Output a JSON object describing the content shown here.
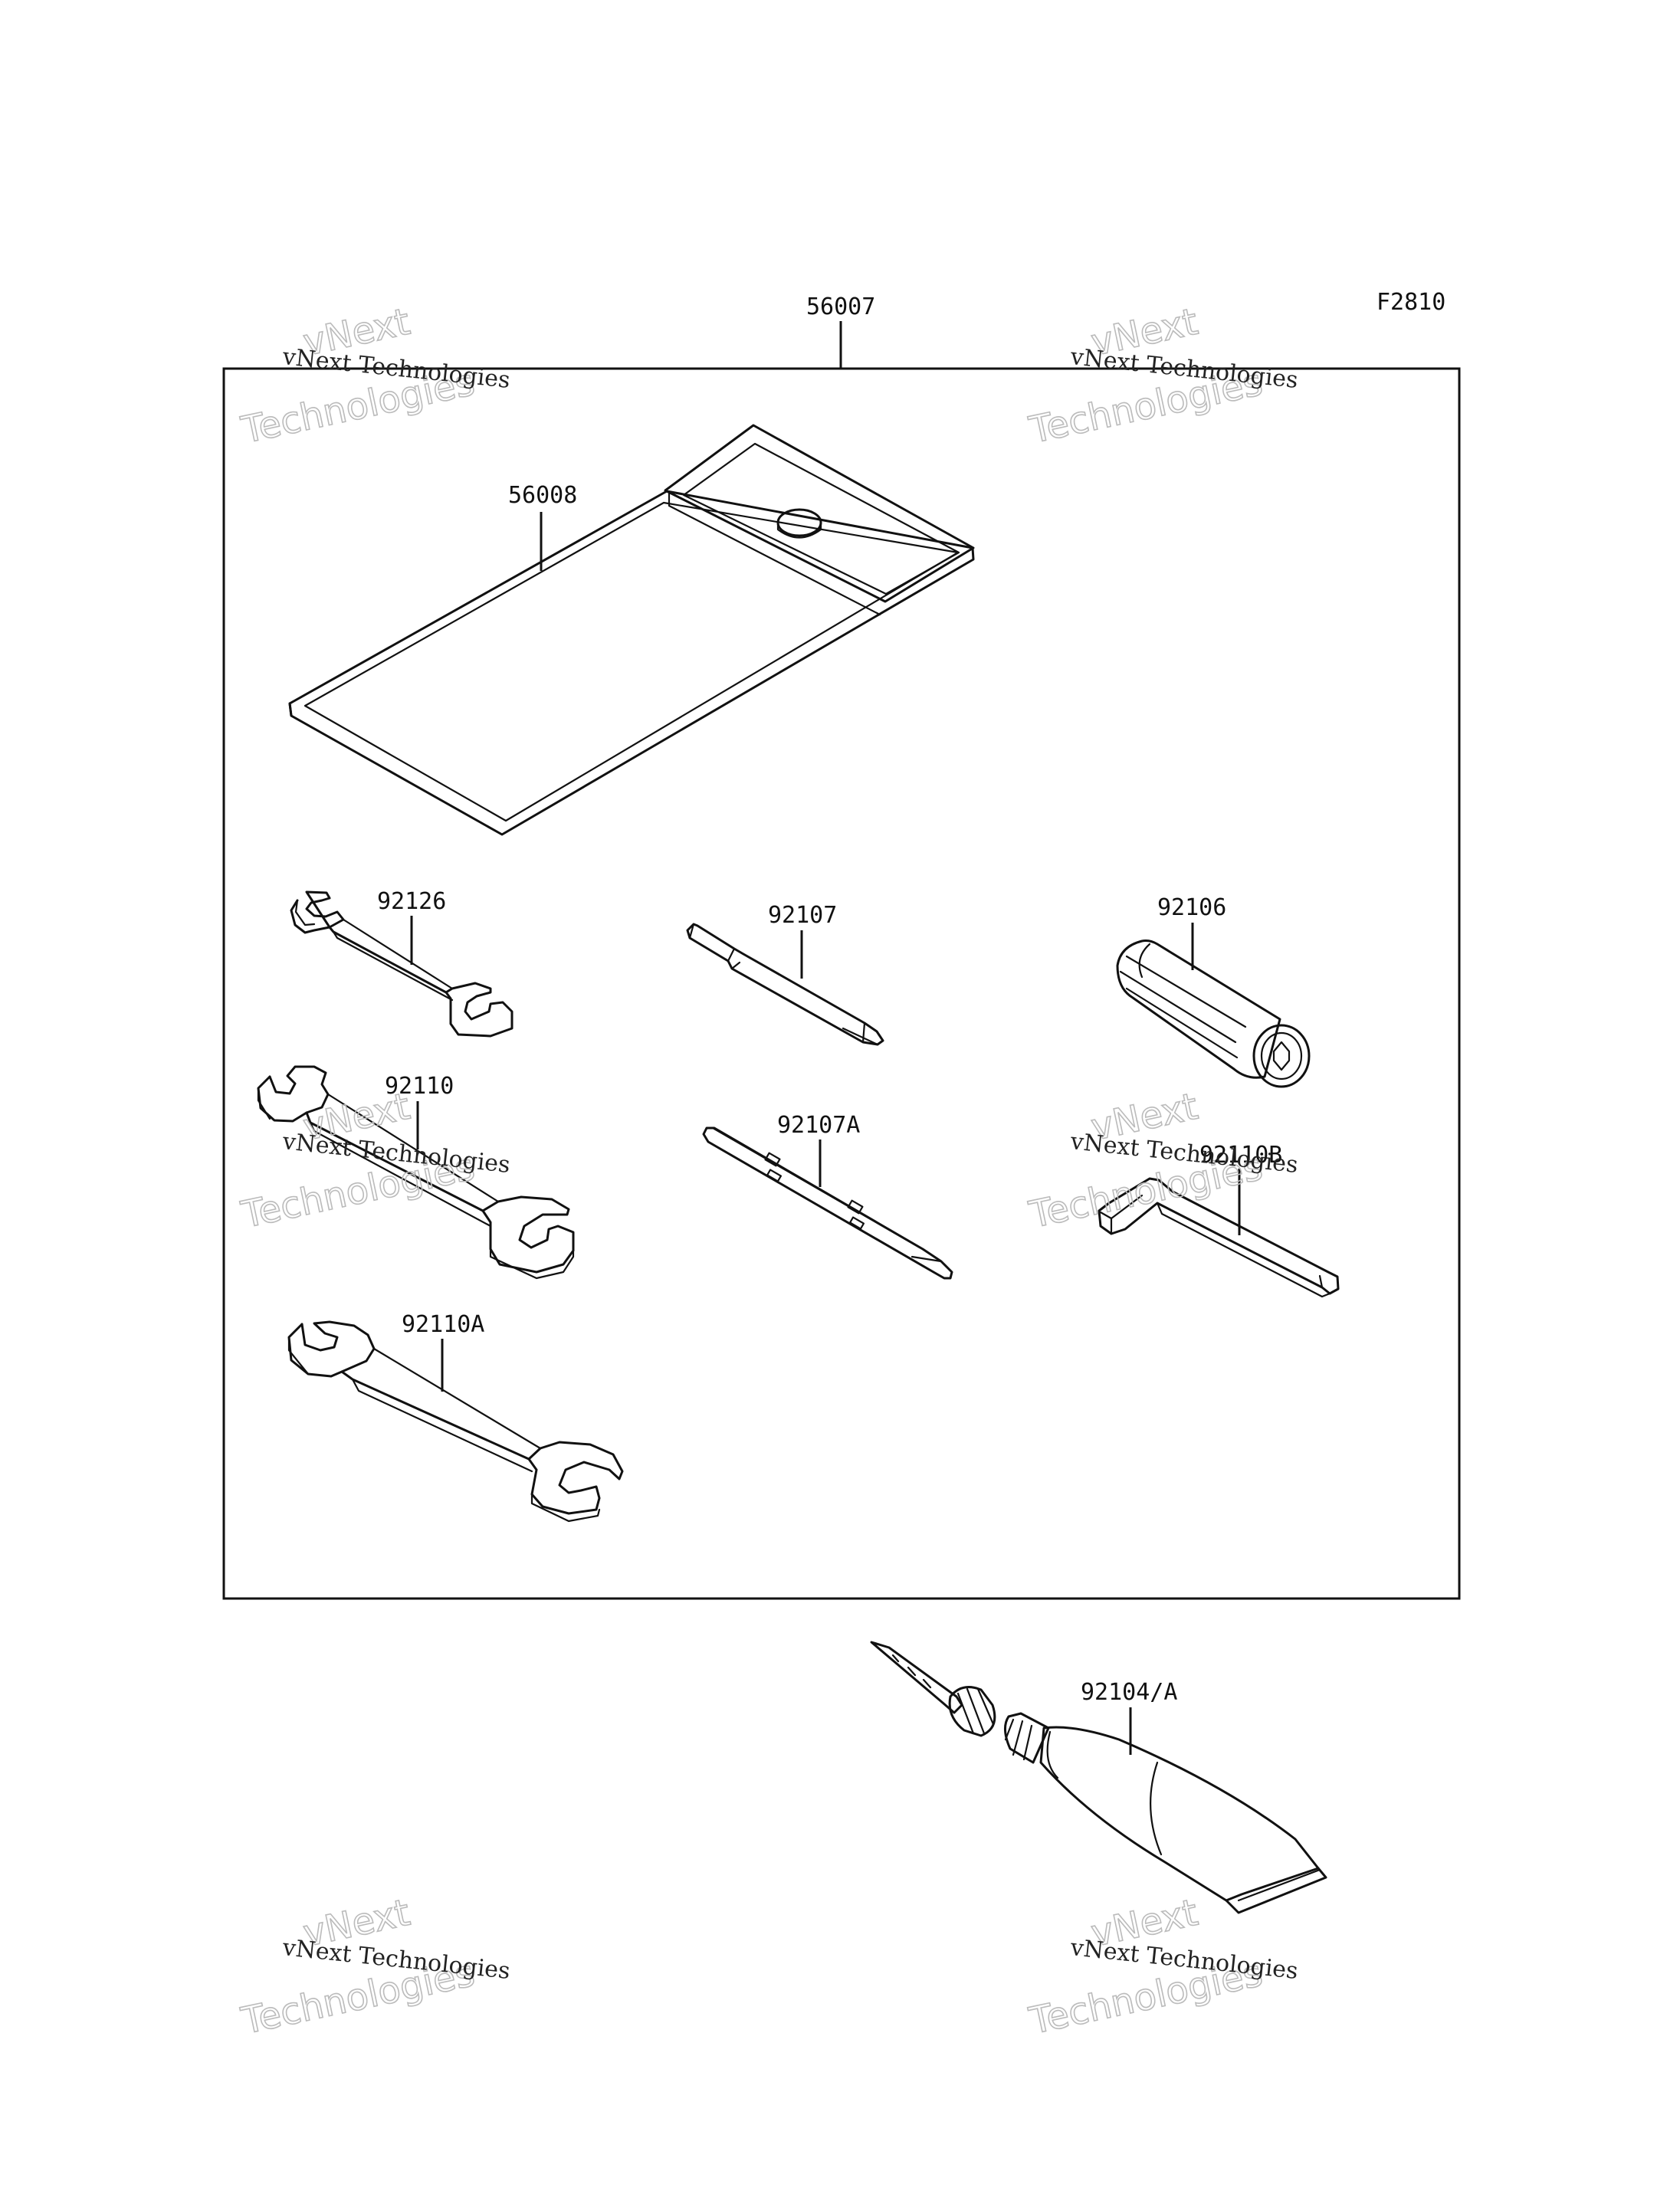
{
  "figure_code": "F2810",
  "parts": {
    "tool_kit": "56007",
    "tool_case": "56008",
    "wrench_small": "92126",
    "wrench_medium": "92110",
    "wrench_large": "92110A",
    "screwdriver_bit": "92107",
    "screwdriver_double": "92107A",
    "screwdriver_handle": "92106",
    "hex_wrench": "92110B",
    "grease_tube": "92104/A"
  },
  "watermark": {
    "line1": "vNext Technologies",
    "big_top": "vNext",
    "big_bottom": "Technologies"
  },
  "colors": {
    "ink": "#111111",
    "watermark_outline": "#bbbbbb"
  }
}
